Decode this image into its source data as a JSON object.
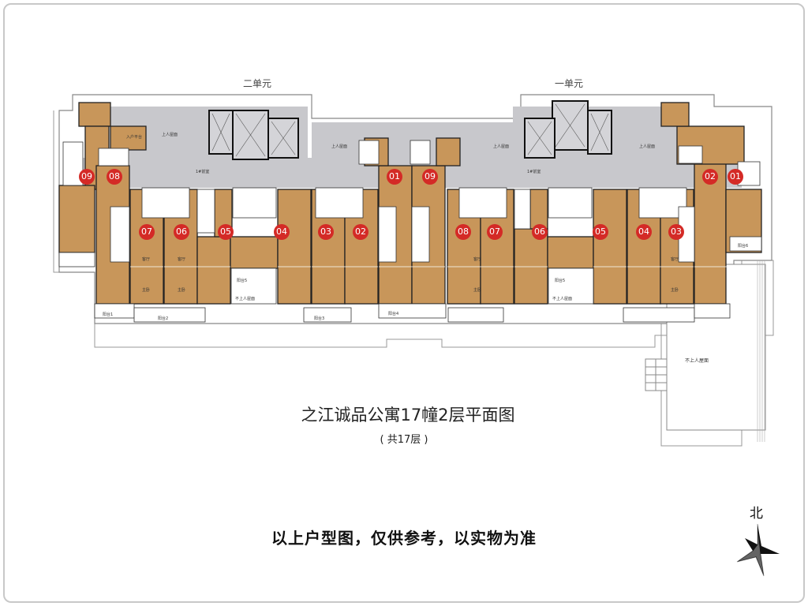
{
  "units_header": {
    "unit2": "二单元",
    "unit1": "一单元"
  },
  "apartments": {
    "unit2": [
      "09",
      "08",
      "07",
      "06",
      "05",
      "04",
      "03",
      "02",
      "01"
    ],
    "unit1": [
      "09",
      "08",
      "07",
      "06",
      "05",
      "04",
      "03",
      "02",
      "01"
    ]
  },
  "rooms": [
    "上人屋面",
    "上人屋面",
    "上人屋面",
    "上人屋面",
    "入户平台",
    "1#前室",
    "1#前室",
    "客厅",
    "主卧",
    "客厅",
    "主卧",
    "客厅",
    "主卧",
    "客厅",
    "主卧",
    "阳台1",
    "阳台2",
    "阳台3",
    "阳台4",
    "阳台5",
    "阳台5",
    "不上人屋面",
    "不上人屋面",
    "不上人屋面",
    "阳台6"
  ],
  "title": "之江诚品公寓17幢2层平面图",
  "subtitle": "( 共17层 )",
  "note": "以上户型图，仅供参考，以实物为准",
  "north_label": "北",
  "colors": {
    "room": "#c8965a",
    "badge": "#d42a26",
    "common": "#c8c8cc"
  }
}
